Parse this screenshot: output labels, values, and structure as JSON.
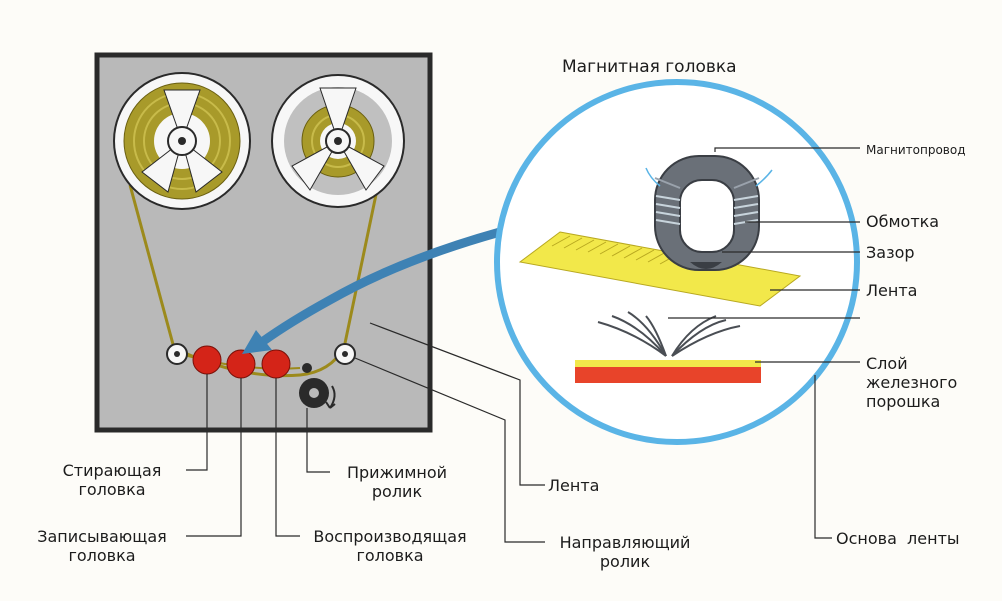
{
  "title": "Магнитная головка",
  "labels": {
    "erase_head": [
      "Стирающая",
      "головка"
    ],
    "record_head": [
      "Записывающая",
      "головка"
    ],
    "playback_head": [
      "Воспроизводящая",
      "головка"
    ],
    "pinch_roller": [
      "Прижимной",
      "ролик"
    ],
    "tape_left": "Лента",
    "guide_roller": [
      "Направляющий",
      "ролик"
    ],
    "tape_base": "Основа  ленты",
    "core": "Магнитопровод",
    "winding": "Обмотка",
    "gap": "Зазор",
    "tape_right": "Лента",
    "iron_layer": [
      "Слой",
      "железного",
      "порошка"
    ]
  },
  "colors": {
    "panel": "#b9b9b9",
    "panel_border": "#2a2a2a",
    "tape_path": "#9c8a1c",
    "heads": "#d42418",
    "circle": "#5ab4e6",
    "tape_yellow": "#f2e84a",
    "base_red": "#e8442a",
    "core_gray": "#6a7078"
  }
}
